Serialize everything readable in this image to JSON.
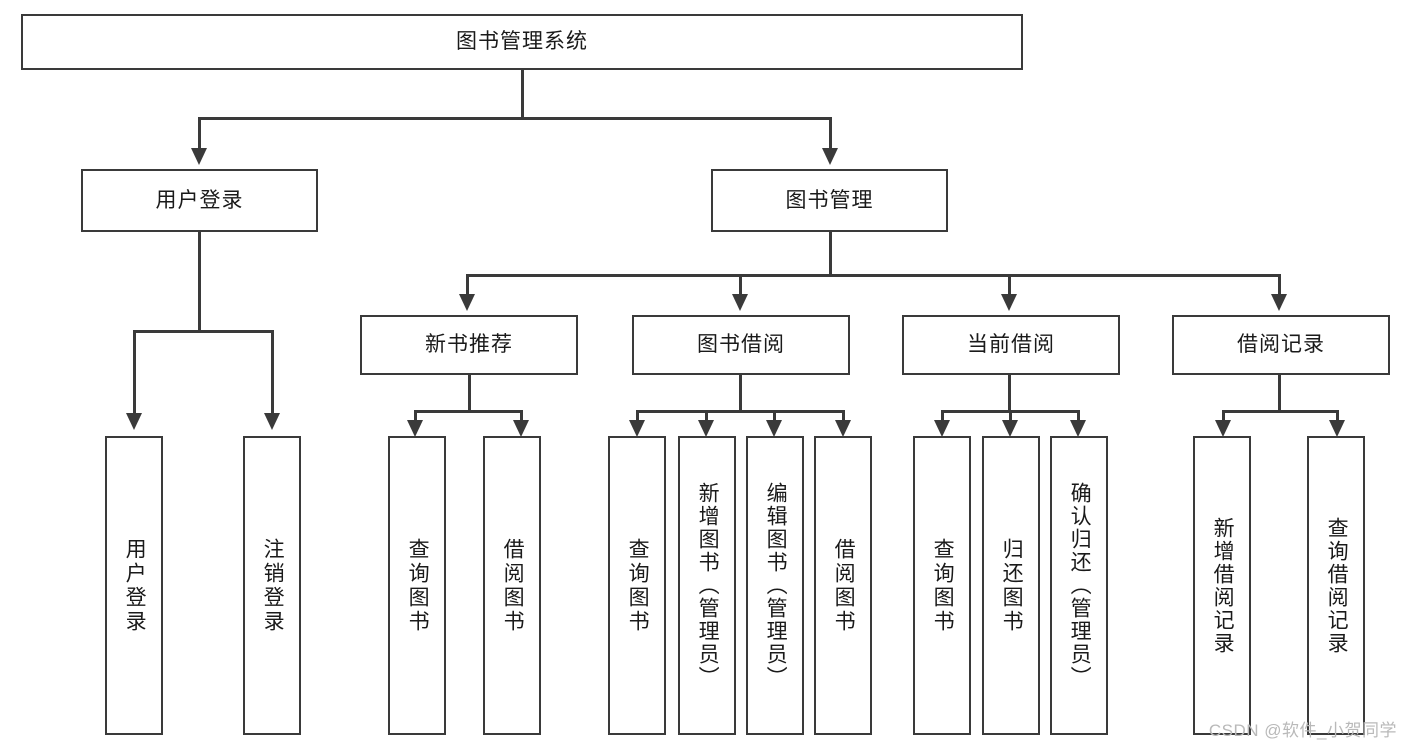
{
  "diagram": {
    "title": "图书管理系统",
    "type": "tree-hierarchy-diagram",
    "watermark": "CSDN @软件_小贺同学",
    "accent_color": "#3a3a3a",
    "background_color": "#ffffff",
    "root": {
      "label": "图书管理系统"
    },
    "level2": [
      {
        "label": "用户登录"
      },
      {
        "label": "图书管理"
      }
    ],
    "level3": [
      {
        "label": "新书推荐"
      },
      {
        "label": "图书借阅"
      },
      {
        "label": "当前借阅"
      },
      {
        "label": "借阅记录"
      }
    ],
    "leaves": {
      "user_login": [
        {
          "label": "用户登录"
        },
        {
          "label": "注销登录"
        }
      ],
      "new_book_recommend": [
        {
          "label": "查询图书"
        },
        {
          "label": "借阅图书"
        }
      ],
      "book_borrow": [
        {
          "label": "查询图书"
        },
        {
          "label": "新增图书（管理员）"
        },
        {
          "label": "编辑图书（管理员）"
        },
        {
          "label": "借阅图书"
        }
      ],
      "current_borrow": [
        {
          "label": "查询图书"
        },
        {
          "label": "归还图书"
        },
        {
          "label": "确认归还（管理员）"
        }
      ],
      "borrow_records": [
        {
          "label": "新增借阅记录"
        },
        {
          "label": "查询借阅记录"
        }
      ]
    }
  }
}
